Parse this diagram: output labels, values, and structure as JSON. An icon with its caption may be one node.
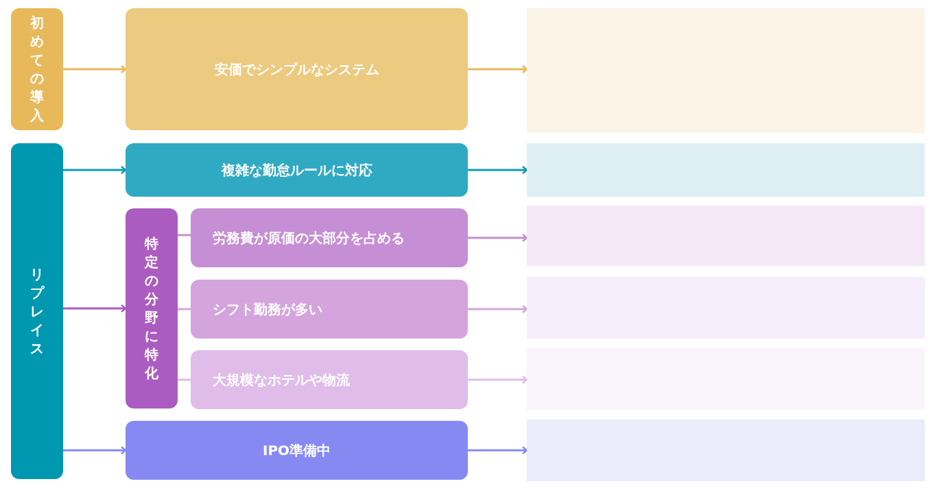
{
  "diagram": {
    "nodes": [
      {
        "text": [
          "初めての導入"
        ]
      },
      {
        "text": [
          "安価でシンプルなシステム"
        ]
      },
      {
        "text": [
          "リプレイス"
        ]
      },
      {
        "text": [
          "複雑な勤怠ルールに対応"
        ]
      },
      {
        "text": [
          "特定の分野に特化"
        ]
      },
      {
        "text": [
          "労務費が原価の大部分を占める"
        ]
      },
      {
        "text": [
          "シフト勤務が多い"
        ]
      },
      {
        "text": [
          "大規模なホテルや物流"
        ]
      },
      {
        "text": [
          "IPO準備中"
        ]
      },
      {
        "text": [],
        "shape": "box"
      },
      {
        "text": [],
        "shape": "box"
      },
      {
        "text": [],
        "shape": "box"
      },
      {
        "text": [],
        "shape": "box"
      },
      {
        "text": [],
        "shape": "box"
      },
      {
        "text": [],
        "shape": "box"
      }
    ],
    "edges": [
      {
        "from": 0,
        "to": 1,
        "arrow": "to",
        "color": "#e8b95a"
      },
      {
        "from": 2,
        "to": 3,
        "arrow": "to",
        "color": "#0e9ab3"
      },
      {
        "from": 2,
        "to": 4,
        "arrow": "to",
        "color": "#ab5cc0"
      },
      {
        "from": 2,
        "to": 8,
        "arrow": "to",
        "color": "#8789f3"
      },
      {
        "from": 4,
        "to": 5,
        "arrow": "none",
        "color": "#c68ed4"
      },
      {
        "from": 4,
        "to": 6,
        "arrow": "none",
        "color": "#d4a5dc"
      },
      {
        "from": 4,
        "to": 7,
        "arrow": "none",
        "color": "#dfbde8"
      },
      {
        "from": 1,
        "to": 9,
        "arrow": "to",
        "color": "#e8b95a"
      },
      {
        "from": 3,
        "to": 10,
        "arrow": "to",
        "color": "#0e9ab3"
      },
      {
        "from": 5,
        "to": 11,
        "arrow": "to",
        "color": "#c68ed4"
      },
      {
        "from": 6,
        "to": 12,
        "arrow": "to",
        "color": "#d4a5dc"
      },
      {
        "from": 7,
        "to": 13,
        "arrow": "to",
        "color": "#dfbde8"
      },
      {
        "from": 8,
        "to": 14,
        "arrow": "to",
        "color": "#8789f3"
      }
    ]
  }
}
